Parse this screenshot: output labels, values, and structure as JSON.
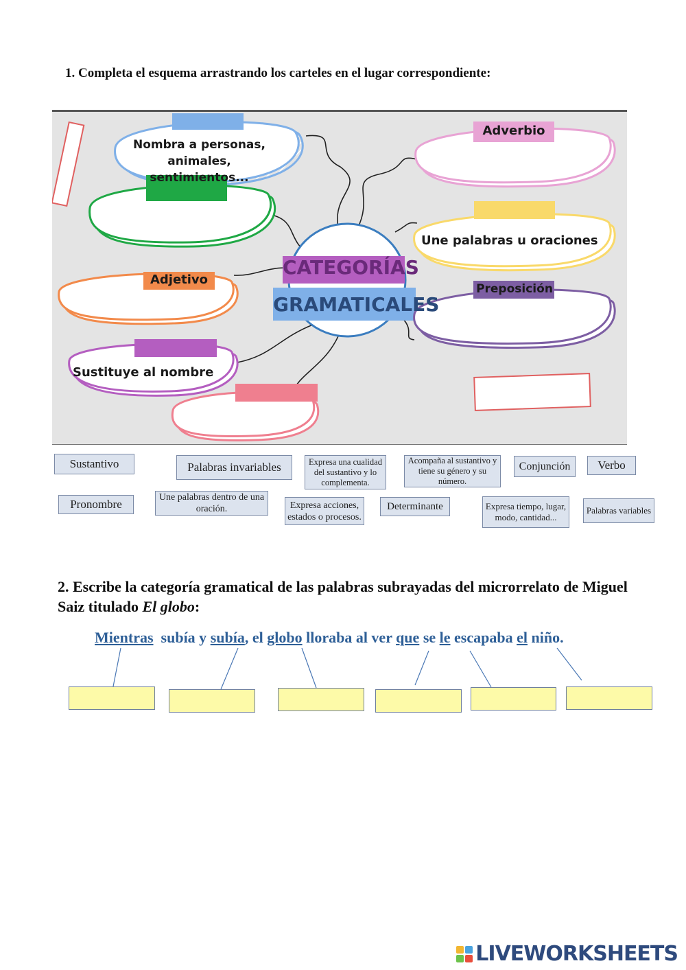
{
  "question1": "1. Completa el esquema arrastrando los carteles en el lugar correspondiente:",
  "diagram": {
    "title_line1": "CATEGORÍAS",
    "title_line2": "GRAMATICALES",
    "bubble_text_1": "Nombra a personas,",
    "bubble_text_2": "animales, sentimientos...",
    "adjective_tag": "Adjetivo",
    "pronoun_def": "Sustituye al nombre",
    "adverb_tag": "Adverbio",
    "conjunction_def": "Une palabras u oraciones",
    "preposition_tag": "Preposición",
    "colors": {
      "blue": "#7fb0e8",
      "green": "#1fa845",
      "orange": "#f28a4b",
      "purple": "#b45ec0",
      "pink": "#ef7f8f",
      "adverb_pink": "#e8a3d4",
      "yellow": "#f9d96a",
      "violet": "#7d5ea3",
      "red": "#e06060"
    }
  },
  "cards": {
    "sustantivo": "Sustantivo",
    "palabras_invariables": "Palabras invariables",
    "expresa_cualidad": "Expresa una cualidad del sustantivo y lo complementa.",
    "acompana_sustantivo": "Acompaña al sustantivo y tiene su género y su número.",
    "conjuncion": "Conjunción",
    "verbo": "Verbo",
    "pronombre": "Pronombre",
    "une_palabras": "Une palabras dentro de una oración.",
    "expresa_acciones": "Expresa acciones, estados o procesos.",
    "determinante": "Determinante",
    "expresa_tiempo": "Expresa tiempo, lugar, modo, cantidad...",
    "palabras_variables": "Palabras variables"
  },
  "question2": {
    "text": "2. Escribe la categoría gramatical de las palabras subrayadas del  microrrelato de Miguel Saiz titulado ",
    "title": "El globo",
    "colon": ":"
  },
  "story": {
    "w1": "Mientras",
    "t1": "  subía y ",
    "w2": "subía",
    "t2": ", el ",
    "w3": "globo",
    "t3": " lloraba al ver ",
    "w4": "que",
    "t4": " se ",
    "w5": "le",
    "t5": " escapaba ",
    "w6": "el",
    "t6": " niño."
  },
  "logo": {
    "text": "LIVEWORKSHEETS",
    "colors": [
      "#f2b632",
      "#4aa3df",
      "#6cc24a",
      "#e94e3c"
    ]
  }
}
